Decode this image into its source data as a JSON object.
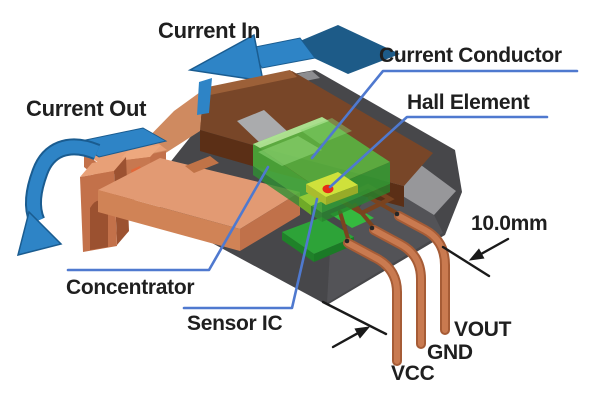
{
  "labels": {
    "current_in": "Current In",
    "current_out": "Current Out",
    "current_conductor": "Current Conductor",
    "hall_element": "Hall Element",
    "concentrator": "Concentrator",
    "sensor_ic": "Sensor IC"
  },
  "pins": {
    "vcc": "VCC",
    "gnd": "GND",
    "vout": "VOUT"
  },
  "dimension": {
    "value": "10.0mm"
  },
  "colors": {
    "text": "#1f1f1f",
    "leader_line_blue": "#4f79cf",
    "arrow_blue": "#2e84c6",
    "arrow_blue_dark": "#1d5b88",
    "copper_light": "#e29a73",
    "copper_mid": "#bf6f47",
    "busbar_brown": "#784628",
    "package_gray_dark": "#47474a",
    "package_gray_light": "#97979a",
    "concentrator_green": "#55bf44",
    "sensor_ic_yellow": "#cfe13b",
    "hall_element_red": "#e62b17",
    "dimension_black": "#1a1a1a"
  }
}
